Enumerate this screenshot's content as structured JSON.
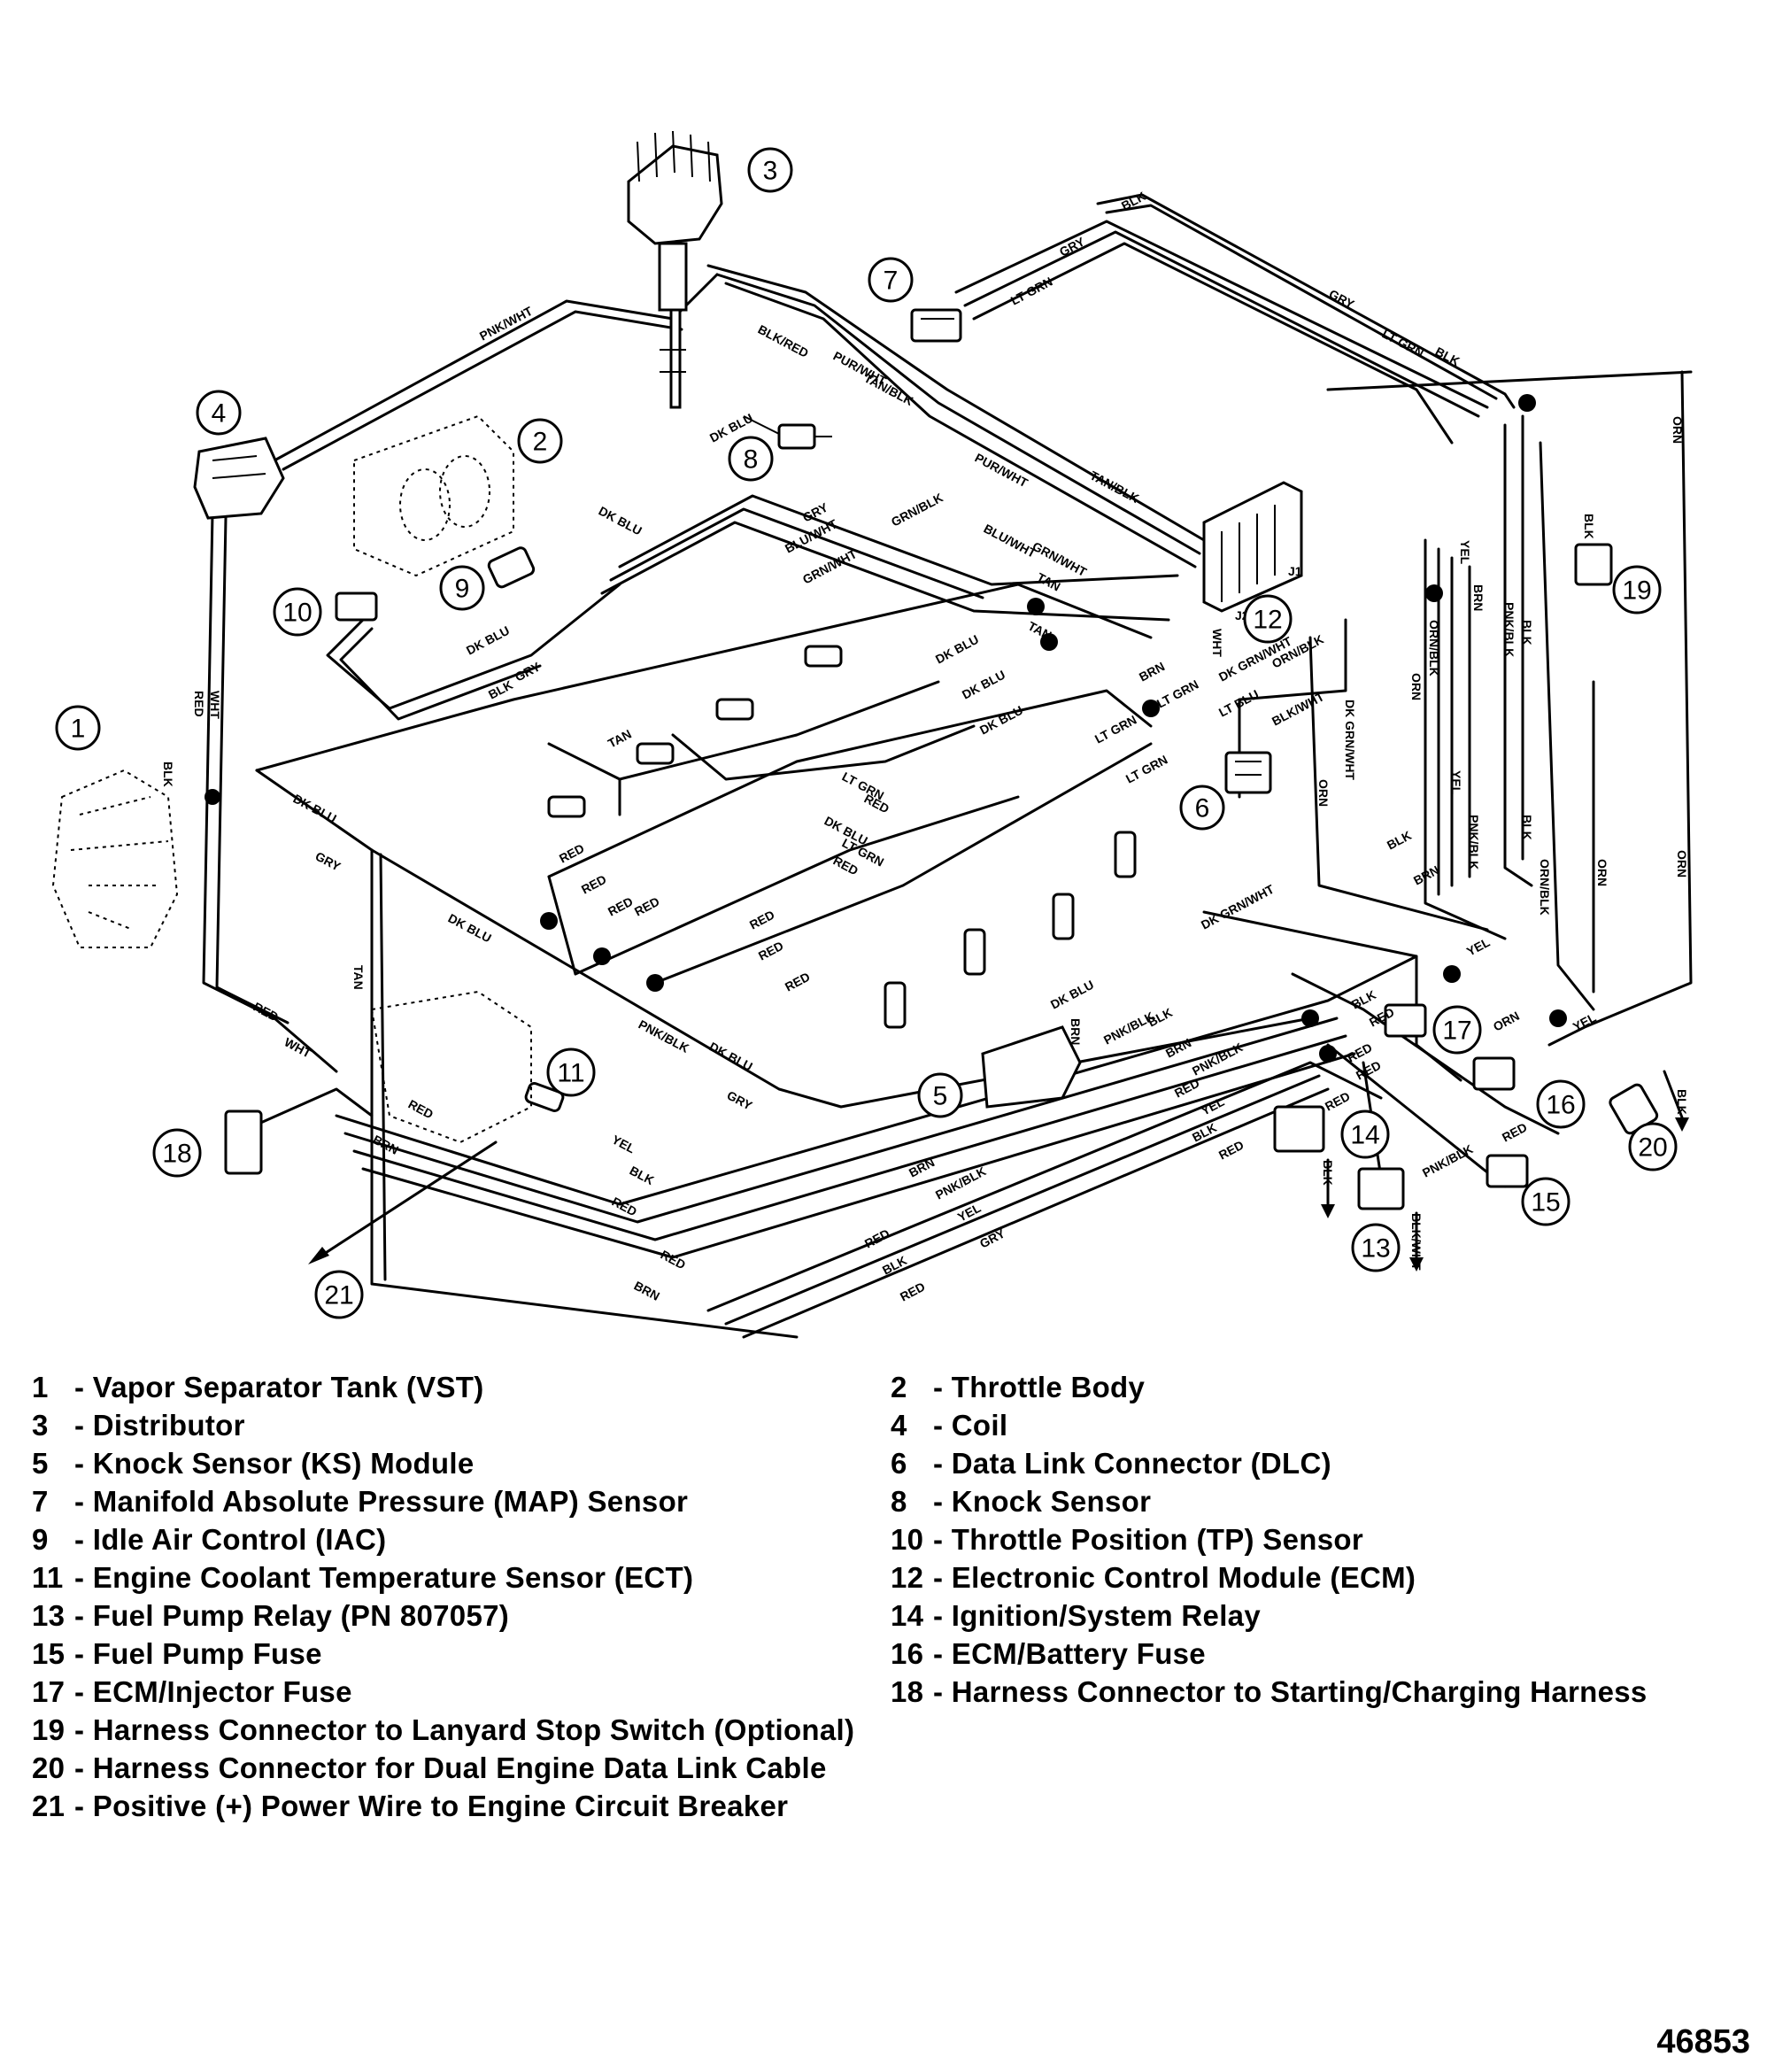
{
  "callouts": [
    "1",
    "2",
    "3",
    "4",
    "5",
    "6",
    "7",
    "8",
    "9",
    "10",
    "11",
    "12",
    "13",
    "14",
    "15",
    "16",
    "17",
    "18",
    "19",
    "20",
    "21"
  ],
  "wire_labels": {
    "blk": "BLK",
    "gry": "GRY",
    "lt_grn": "LT GRN",
    "pnk_wht": "PNK/WHT",
    "blk_red": "BLK/RED",
    "pur_wht": "PUR/WHT",
    "tan_blk": "TAN/BLK",
    "dk_blu": "DK BLU",
    "blu_wht": "BLU/WHT",
    "grn_blk": "GRN/BLK",
    "grn_wht": "GRN/WHT",
    "tan": "TAN",
    "wht": "WHT",
    "red": "RED",
    "pnk_blk": "PNK/BLK",
    "brn": "BRN",
    "yel": "YEL",
    "orn": "ORN",
    "orn_blk": "ORN/BLK",
    "blk_wht": "BLK/WHT",
    "dk_grn_wht": "DK GRN/WHT",
    "lt_blu": "LT BLU",
    "j1": "J1",
    "j2": "J2"
  },
  "legend": [
    {
      "num": "1",
      "text": "- Vapor Separator Tank (VST)"
    },
    {
      "num": "2",
      "text": "- Throttle Body"
    },
    {
      "num": "3",
      "text": "- Distributor"
    },
    {
      "num": "4",
      "text": "- Coil"
    },
    {
      "num": "5",
      "text": "- Knock Sensor (KS) Module"
    },
    {
      "num": "6",
      "text": "- Data Link Connector (DLC)"
    },
    {
      "num": "7",
      "text": "- Manifold Absolute Pressure (MAP) Sensor"
    },
    {
      "num": "8",
      "text": "- Knock Sensor"
    },
    {
      "num": "9",
      "text": "- Idle Air Control (IAC)"
    },
    {
      "num": "10",
      "text": "- Throttle Position (TP) Sensor"
    },
    {
      "num": "11",
      "text": "- Engine Coolant Temperature Sensor (ECT)"
    },
    {
      "num": "12",
      "text": "- Electronic Control Module (ECM)"
    },
    {
      "num": "13",
      "text": "- Fuel Pump Relay (PN 807057)"
    },
    {
      "num": "14",
      "text": "- Ignition/System Relay"
    },
    {
      "num": "15",
      "text": "- Fuel Pump Fuse"
    },
    {
      "num": "16",
      "text": "- ECM/Battery Fuse"
    },
    {
      "num": "17",
      "text": "- ECM/Injector Fuse"
    },
    {
      "num": "18",
      "text": "- Harness Connector to Starting/Charging Harness"
    },
    {
      "num": "19",
      "text": "- Harness Connector to Lanyard Stop Switch (Optional)"
    },
    {
      "num": "20",
      "text": "- Harness Connector for Dual Engine Data Link Cable"
    },
    {
      "num": "21",
      "text": "- Positive (+) Power Wire to Engine Circuit Breaker"
    }
  ],
  "figure_number": "46853"
}
